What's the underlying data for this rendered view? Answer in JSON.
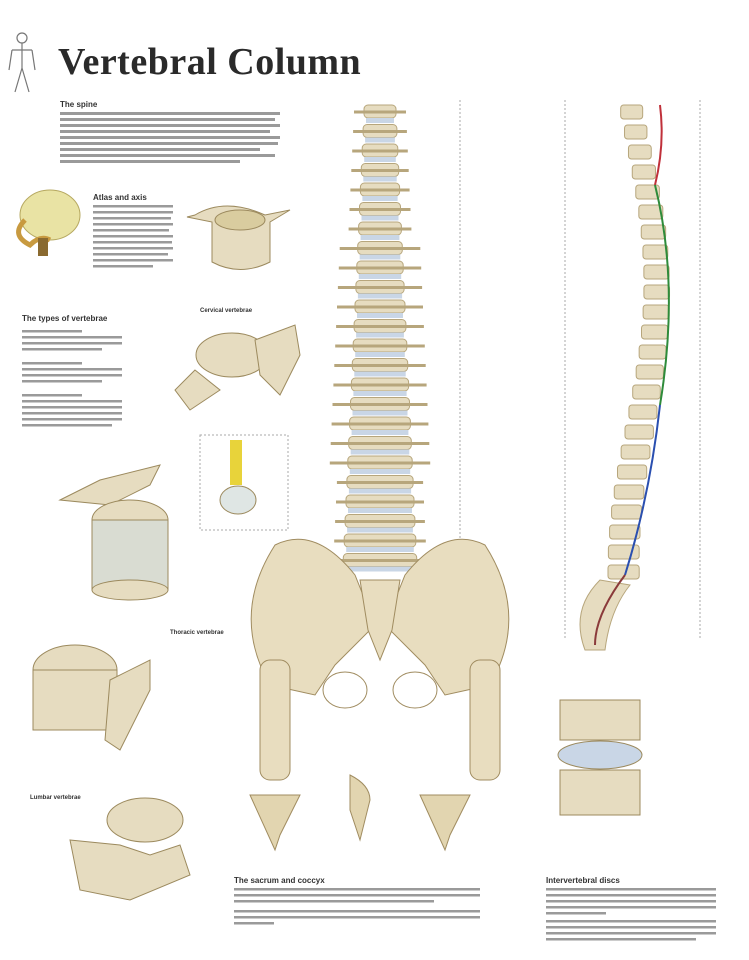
{
  "title": "Vertebral Column",
  "sections": {
    "spine": "The spine",
    "atlas_axis": "Atlas and axis",
    "types": "The types of vertebrae",
    "cervical": "Cervical vertebrae",
    "thoracic": "Thoracic vertebrae",
    "lumbar": "Lumbar vertebrae",
    "sacrum": "The sacrum and coccyx",
    "discs": "Intervertebral discs"
  },
  "colors": {
    "bone": "#e6dcc0",
    "bone_shade": "#b7a67c",
    "cervical_curve": "#c0303a",
    "thoracic_curve": "#2e8b3a",
    "lumbar_curve": "#2a4fb0",
    "disc": "#c9d6e6",
    "spinal_cord": "#e8d33a"
  }
}
